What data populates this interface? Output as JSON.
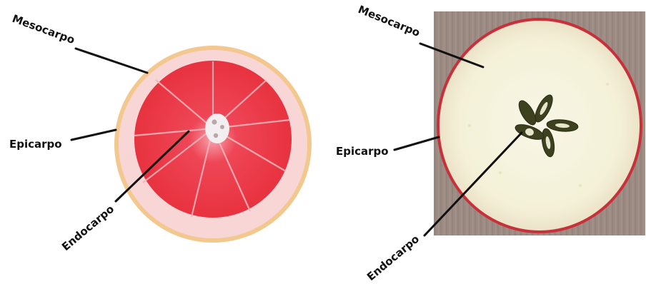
{
  "figures": [
    {
      "subject": "grapefruit-cross-section",
      "labels": {
        "mesocarp": "Mesocarpo",
        "epicarp": "Epicarpo",
        "endocarp": "Endocarpo"
      }
    },
    {
      "subject": "apple-cross-section",
      "labels": {
        "mesocarp": "Mesocarpo",
        "epicarp": "Epicarpo",
        "endocarp": "Endocarpo"
      }
    }
  ],
  "colors": {
    "label_text": "#111111",
    "leader_line": "#111111",
    "grapefruit_peel": "#f3c88e",
    "grapefruit_pith": "#f7d2d2",
    "grapefruit_pulp": "#ef3a4b",
    "apple_skin": "#c4232c",
    "apple_flesh": "#f5f2dc",
    "apple_seed": "#3a3f1e",
    "wood_background": "#9a8a82"
  }
}
